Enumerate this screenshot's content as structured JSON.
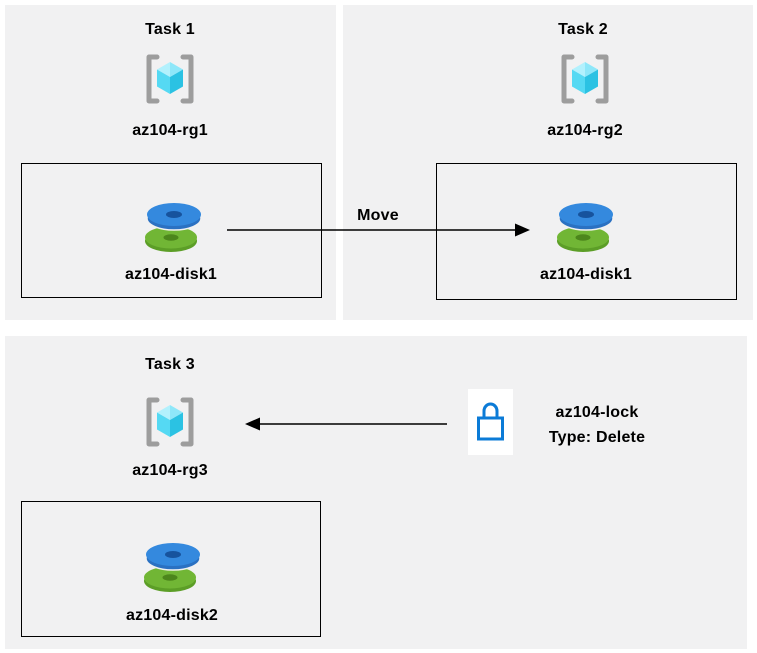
{
  "panels": {
    "task1": {
      "title": "Task 1",
      "resource_group": "az104-rg1",
      "disk": "az104-disk1"
    },
    "task2": {
      "title": "Task 2",
      "resource_group": "az104-rg2",
      "disk": "az104-disk1"
    },
    "task3": {
      "title": "Task 3",
      "resource_group": "az104-rg3",
      "disk": "az104-disk2"
    }
  },
  "move_arrow": {
    "label": "Move"
  },
  "lock": {
    "name": "az104-lock",
    "type_line": "Type: Delete"
  },
  "icons": {
    "resource_group": "resource-group-icon",
    "disk": "disk-icon",
    "lock": "lock-icon"
  },
  "colors": {
    "panel_bg": "#f1f1f2",
    "box_border": "#000000",
    "arrow": "#000000",
    "lock_blue": "#0b7bd7",
    "disk_blue_top": "#3489de",
    "disk_blue_hole": "#17539d",
    "disk_green_top": "#71b635",
    "disk_green_hole": "#4c861c",
    "cube_top": "#b2f1fd",
    "cube_left": "#55d9f3",
    "cube_right": "#2bc2e3",
    "bracket_gray": "#9d9d9d"
  }
}
